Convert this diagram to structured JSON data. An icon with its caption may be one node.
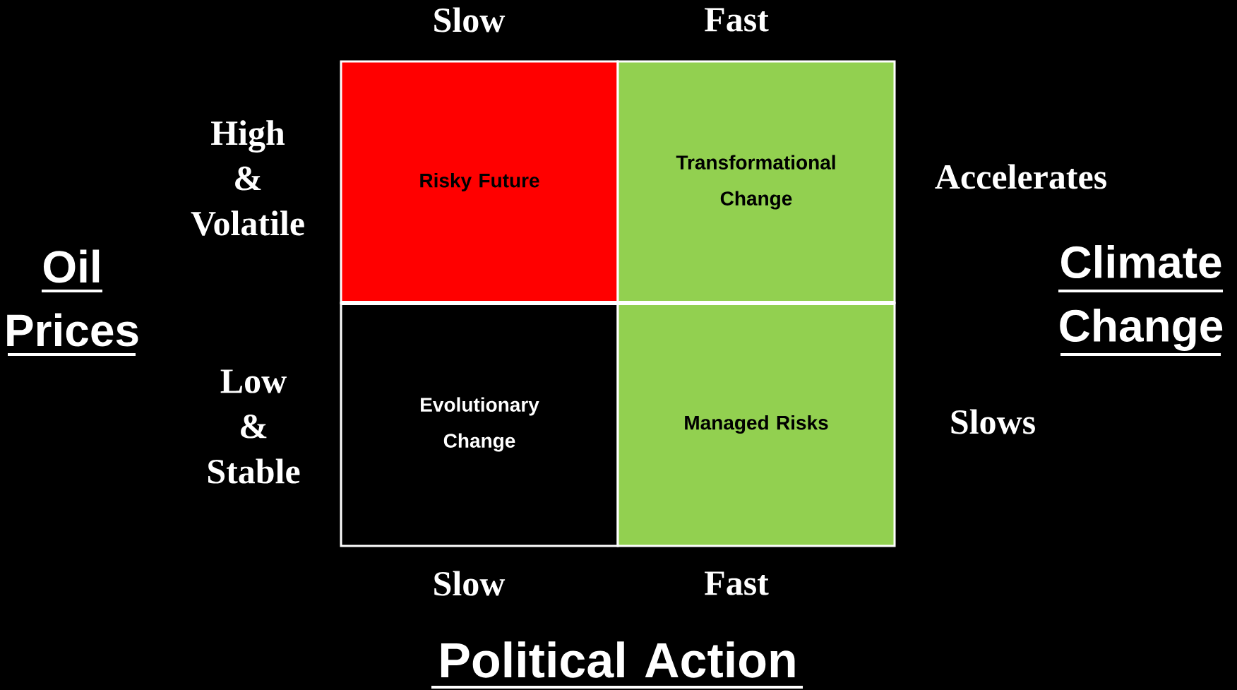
{
  "diagram": {
    "nodes": [
      {
        "text": [
          "Risky Future"
        ]
      },
      {
        "text": [
          "Transformational Change"
        ]
      },
      {
        "text": [
          "Evolutionary Change"
        ]
      },
      {
        "text": [
          "Managed Risks"
        ]
      }
    ],
    "edges": [],
    "labels": [
      "Slow",
      "Fast",
      "High & Volatile",
      "Accelerates",
      "Oil Prices",
      "Climate Change",
      "Low & Stable",
      "Slows",
      "Slow",
      "Fast",
      "Political Action"
    ]
  }
}
